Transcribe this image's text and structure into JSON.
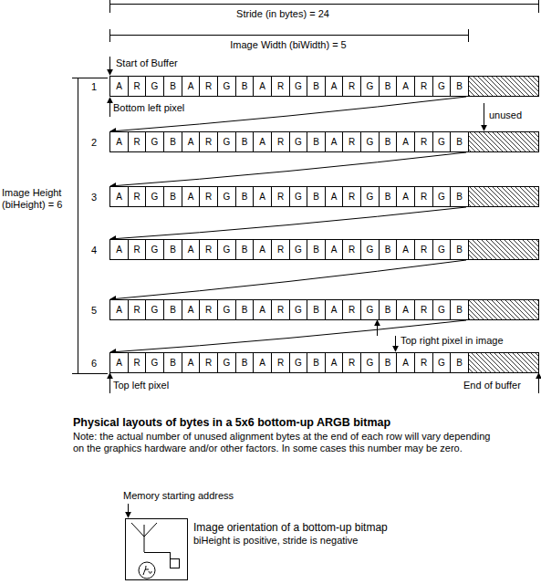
{
  "diagram": {
    "caption": "Physical layouts of bytes in a 5x6 bottom-up ARGB bitmap",
    "nodes": [
      {
        "text": [
          "A"
        ]
      },
      {
        "text": [
          "R"
        ]
      },
      {
        "text": [
          "G"
        ]
      },
      {
        "text": [
          "B"
        ]
      },
      {
        "text": [
          "A"
        ]
      },
      {
        "text": [
          "R"
        ]
      },
      {
        "text": [
          "G"
        ]
      },
      {
        "text": [
          "B"
        ]
      },
      {
        "text": [
          "A"
        ]
      },
      {
        "text": [
          "R"
        ]
      },
      {
        "text": [
          "G"
        ]
      },
      {
        "text": [
          "B"
        ]
      },
      {
        "text": [
          "A"
        ]
      },
      {
        "text": [
          "R"
        ]
      },
      {
        "text": [
          "G"
        ]
      },
      {
        "text": [
          "B"
        ]
      },
      {
        "text": [
          "A"
        ]
      },
      {
        "text": [
          "R"
        ]
      },
      {
        "text": [
          "G"
        ]
      },
      {
        "text": [
          "B"
        ]
      },
      {
        "text": [
          "A"
        ]
      },
      {
        "text": [
          "R"
        ]
      },
      {
        "text": [
          "G"
        ]
      },
      {
        "text": [
          "B"
        ]
      },
      {
        "text": [
          "A"
        ]
      },
      {
        "text": [
          "R"
        ]
      },
      {
        "text": [
          "G"
        ]
      },
      {
        "text": [
          "B"
        ]
      },
      {
        "text": [
          "A"
        ]
      },
      {
        "text": [
          "R"
        ]
      },
      {
        "text": [
          "G"
        ]
      },
      {
        "text": [
          "B"
        ]
      },
      {
        "text": [
          "A"
        ]
      },
      {
        "text": [
          "R"
        ]
      },
      {
        "text": [
          "G"
        ]
      },
      {
        "text": [
          "B"
        ]
      },
      {
        "text": [
          "A"
        ]
      },
      {
        "text": [
          "R"
        ]
      },
      {
        "text": [
          "G"
        ]
      },
      {
        "text": [
          "B"
        ]
      },
      {
        "text": [
          "A"
        ]
      },
      {
        "text": [
          "R"
        ]
      },
      {
        "text": [
          "G"
        ]
      },
      {
        "text": [
          "B"
        ]
      },
      {
        "text": [
          "A"
        ]
      },
      {
        "text": [
          "R"
        ]
      },
      {
        "text": [
          "G"
        ]
      },
      {
        "text": [
          "B"
        ]
      },
      {
        "text": [
          "A"
        ]
      },
      {
        "text": [
          "R"
        ]
      },
      {
        "text": [
          "G"
        ]
      },
      {
        "text": [
          "B"
        ]
      },
      {
        "text": [
          "A"
        ]
      },
      {
        "text": [
          "R"
        ]
      },
      {
        "text": [
          "G"
        ]
      },
      {
        "text": [
          "B"
        ]
      },
      {
        "text": [
          "A"
        ]
      },
      {
        "text": [
          "R"
        ]
      },
      {
        "text": [
          "G"
        ]
      },
      {
        "text": [
          "B"
        ]
      },
      {
        "text": [
          "A"
        ]
      },
      {
        "text": [
          "R"
        ]
      },
      {
        "text": [
          "G"
        ]
      },
      {
        "text": [
          "B"
        ]
      },
      {
        "text": [
          "A"
        ]
      },
      {
        "text": [
          "R"
        ]
      },
      {
        "text": [
          "G"
        ]
      },
      {
        "text": [
          "B"
        ]
      },
      {
        "text": [
          "A"
        ]
      },
      {
        "text": [
          "R"
        ]
      },
      {
        "text": [
          "G"
        ]
      },
      {
        "text": [
          "B"
        ]
      },
      {
        "text": [
          "A"
        ]
      },
      {
        "text": [
          "R"
        ]
      },
      {
        "text": [
          "G"
        ]
      },
      {
        "text": [
          "B"
        ]
      },
      {
        "text": [
          "A"
        ]
      },
      {
        "text": [
          "R"
        ]
      },
      {
        "text": [
          "G"
        ]
      },
      {
        "text": [
          "B"
        ]
      },
      {
        "text": [
          "A"
        ]
      },
      {
        "text": [
          "R"
        ]
      },
      {
        "text": [
          "G"
        ]
      },
      {
        "text": [
          "B"
        ]
      },
      {
        "text": [
          "A"
        ]
      },
      {
        "text": [
          "R"
        ]
      },
      {
        "text": [
          "G"
        ]
      },
      {
        "text": [
          "B"
        ]
      },
      {
        "text": [
          "A"
        ]
      },
      {
        "text": [
          "R"
        ]
      },
      {
        "text": [
          "G"
        ]
      },
      {
        "text": [
          "B"
        ]
      },
      {
        "text": [
          "A"
        ]
      },
      {
        "text": [
          "R"
        ]
      },
      {
        "text": [
          "G"
        ]
      },
      {
        "text": [
          "B"
        ]
      },
      {
        "text": [
          "A"
        ]
      },
      {
        "text": [
          "R"
        ]
      },
      {
        "text": [
          "G"
        ]
      },
      {
        "text": [
          "B"
        ]
      },
      {
        "text": [
          "A"
        ]
      },
      {
        "text": [
          "R"
        ]
      },
      {
        "text": [
          "G"
        ]
      },
      {
        "text": [
          "B"
        ]
      },
      {
        "text": [
          "A"
        ]
      },
      {
        "text": [
          "R"
        ]
      },
      {
        "text": [
          "G"
        ]
      },
      {
        "text": [
          "B"
        ]
      },
      {
        "text": [
          "A"
        ]
      },
      {
        "text": [
          "R"
        ]
      },
      {
        "text": [
          "G"
        ]
      },
      {
        "text": [
          "B"
        ]
      },
      {
        "text": [
          "A"
        ]
      },
      {
        "text": [
          "R"
        ]
      },
      {
        "text": [
          "G"
        ]
      },
      {
        "text": [
          "B"
        ]
      },
      {
        "text": [
          "A"
        ]
      },
      {
        "text": [
          "R"
        ]
      },
      {
        "text": [
          "G"
        ]
      },
      {
        "text": [
          "B"
        ]
      }
    ],
    "edges": [
      {
        "from": 19,
        "to": 20,
        "arrow": "to"
      },
      {
        "from": 39,
        "to": 40,
        "arrow": "to"
      },
      {
        "from": 59,
        "to": 60,
        "arrow": "to"
      },
      {
        "from": 79,
        "to": 80,
        "arrow": "to"
      },
      {
        "from": 99,
        "to": 100,
        "arrow": "to"
      }
    ],
    "labels": [
      "Stride (in bytes) = 24",
      "Image Width (biWidth) = 5",
      "Start of Buffer",
      "1",
      "Bottom left pixel",
      "unused",
      "2",
      "Image Height (biHeight) = 6",
      "3",
      "4",
      "5",
      "Top right pixel in image",
      "6",
      "Top left pixel",
      "End of buffer",
      "Note: the actual number of unused alignment bytes at the end of each row will vary depending on the graphics hardware and/or other factors. In some cases this number may be zero.",
      "Memory starting address",
      "Image orientation of a bottom-up bitmap",
      "biHeight is positive, stride is negative"
    ]
  }
}
